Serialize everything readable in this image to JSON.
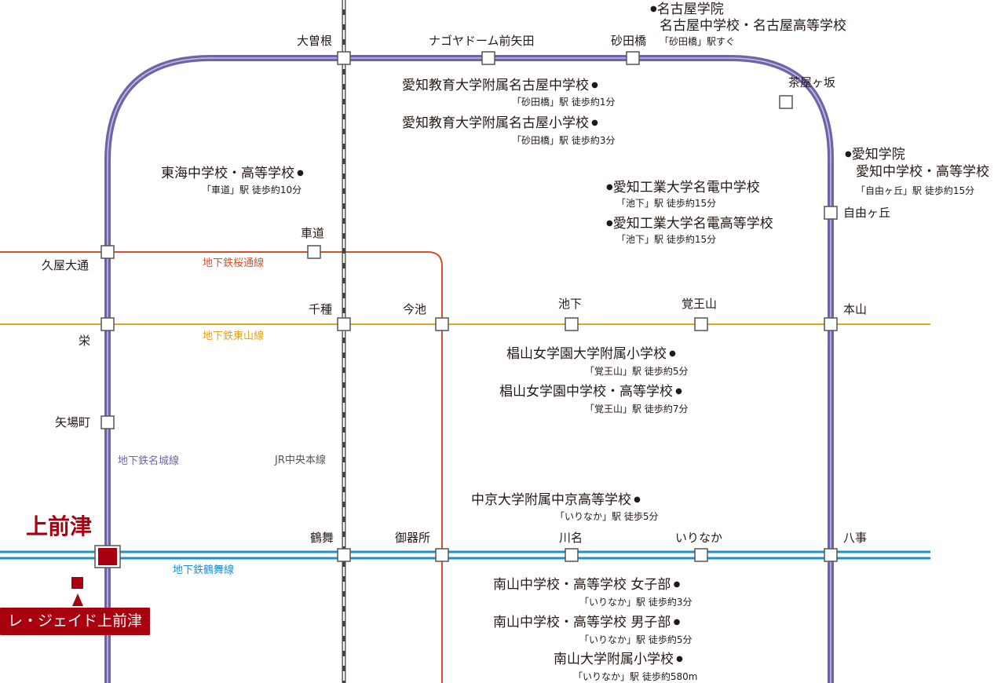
{
  "lines": {
    "meijo": {
      "name": "地下鉄名城線",
      "color": "#6e65a8"
    },
    "sakuradori": {
      "name": "地下鉄桜通線",
      "color": "#d7502a"
    },
    "higashiyama": {
      "name": "地下鉄東山線",
      "color": "#e5a21c"
    },
    "tsurumai": {
      "name": "地下鉄鶴舞線",
      "color": "#1e8fcf"
    },
    "jr": {
      "name": "JR中央本線",
      "color": "#7f7f7f"
    }
  },
  "stations": {
    "ozone": "大曽根",
    "nagoya_dome": "ナゴヤドーム前矢田",
    "sunadabashi": "砂田橋",
    "chayagasaka": "茶屋ヶ坂",
    "jiyugaoka": "自由ヶ丘",
    "motoyama": "本山",
    "yagoto": "八事",
    "hisaya_odori": "久屋大通",
    "sakae": "栄",
    "yabacho": "矢場町",
    "kurumamichi": "車道",
    "chikusa": "千種",
    "imaike": "今池",
    "ikeshita": "池下",
    "kakuozan": "覚王山",
    "tsurumai": "鶴舞",
    "gokiso": "御器所",
    "kawana": "川名",
    "irinaka": "いりなか",
    "kamimaezu": "上前津"
  },
  "property": {
    "name": "レ・ジェイド上前津"
  },
  "schools": [
    {
      "name": "名古屋学院",
      "name2": "名古屋中学校・名古屋高等学校",
      "access": "「砂田橋」駅すぐ"
    },
    {
      "name": "愛知教育大学附属名古屋中学校",
      "access": "「砂田橋」駅 徒歩約1分"
    },
    {
      "name": "愛知教育大学附属名古屋小学校",
      "access": "「砂田橋」駅 徒歩約3分"
    },
    {
      "name": "東海中学校・高等学校",
      "access": "「車道」駅 徒歩約10分"
    },
    {
      "name": "愛知学院",
      "name2": "愛知中学校・高等学校",
      "access": "「自由ヶ丘」駅 徒歩約15分"
    },
    {
      "name": "愛知工業大学名電中学校",
      "access": "「池下」駅 徒歩約15分"
    },
    {
      "name": "愛知工業大学名電高等学校",
      "access": "「池下」駅 徒歩約15分"
    },
    {
      "name": "椙山女学園大学附属小学校",
      "access": "「覚王山」駅 徒歩約5分"
    },
    {
      "name": "椙山女学園中学校・高等学校",
      "access": "「覚王山」駅 徒歩約7分"
    },
    {
      "name": "中京大学附属中京高等学校",
      "access": "「いりなか」駅 徒歩5分"
    },
    {
      "name": "南山中学校・高等学校 女子部",
      "access": "「いりなか」駅 徒歩約3分"
    },
    {
      "name": "南山中学校・高等学校 男子部",
      "access": "「いりなか」駅 徒歩約5分"
    },
    {
      "name": "南山大学附属小学校",
      "access": "「いりなか」駅 徒歩約580m"
    }
  ]
}
